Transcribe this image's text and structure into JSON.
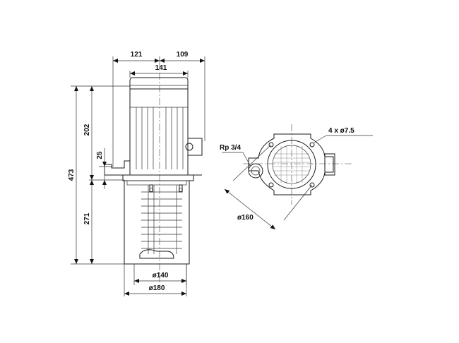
{
  "drawing": {
    "dimensions": {
      "width_left": "121",
      "width_right": "109",
      "motor_width": "141",
      "total_height": "473",
      "motor_height": "202",
      "flange_offset": "25",
      "immersion_depth": "271",
      "base_diameter": "ø140",
      "tank_diameter": "ø180",
      "bolt_circle": "ø160",
      "mounting_holes": "4 x ø7.5",
      "outlet_thread": "Rp 3/4"
    }
  }
}
